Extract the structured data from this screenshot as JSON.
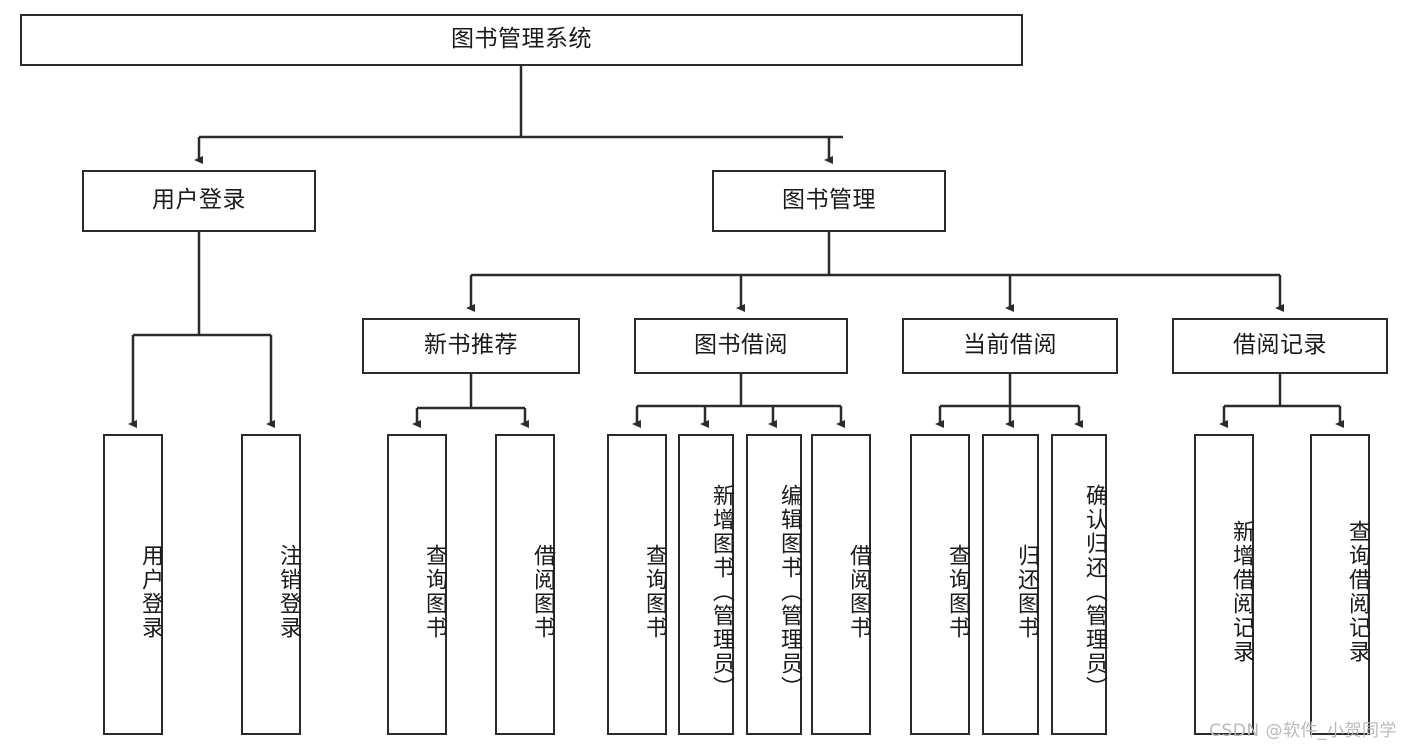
{
  "diagram": {
    "title": "图书管理系统",
    "type": "tree-hierarchy",
    "colors": {
      "box_border": "#2b2b2b",
      "box_fill": "#ffffff",
      "connector": "#2b2b2b",
      "text": "#1a1a1a",
      "watermark": "#b9b9b9",
      "background": "#ffffff"
    },
    "root": {
      "label": "图书管理系统"
    },
    "level2": [
      {
        "label": "用户登录"
      },
      {
        "label": "图书管理"
      }
    ],
    "level3": [
      {
        "label": "新书推荐"
      },
      {
        "label": "图书借阅"
      },
      {
        "label": "当前借阅"
      },
      {
        "label": "借阅记录"
      }
    ],
    "leaves": {
      "user_login": [
        {
          "label": "用户登录"
        },
        {
          "label": "注销登录"
        }
      ],
      "new_book_recommend": [
        {
          "label": "查询图书"
        },
        {
          "label": "借阅图书"
        }
      ],
      "book_borrow": [
        {
          "label": "查询图书"
        },
        {
          "label": "新增图书（管理员）"
        },
        {
          "label": "编辑图书（管理员）"
        },
        {
          "label": "借阅图书"
        }
      ],
      "current_borrow": [
        {
          "label": "查询图书"
        },
        {
          "label": "归还图书"
        },
        {
          "label": "确认归还（管理员）"
        }
      ],
      "borrow_record": [
        {
          "label": "新增借阅记录"
        },
        {
          "label": "查询借阅记录"
        }
      ]
    },
    "watermark": "CSDN @软件_小贺同学"
  }
}
